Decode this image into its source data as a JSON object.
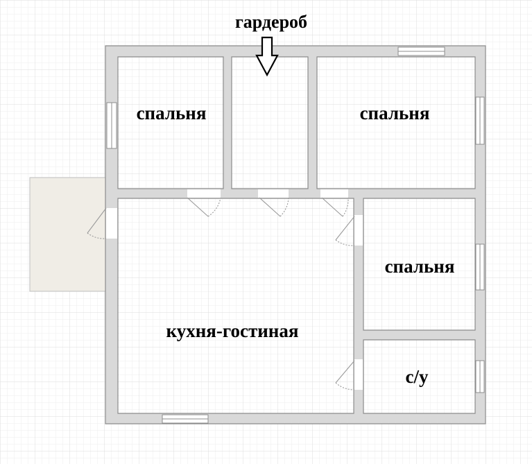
{
  "plan": {
    "wardrobe_label": "гардероб",
    "rooms": {
      "bedroom_top_left": "спальня",
      "bedroom_top_right": "спальня",
      "bedroom_right": "спальня",
      "kitchen_living": "кухня-гостиная",
      "bathroom": "с/у"
    }
  },
  "colors": {
    "wall": "#d9d9d9",
    "wall_stroke": "#8c8c8c",
    "grid_minor": "#eeeeee",
    "grid_major": "#dcdcdc",
    "terrace": "#f0ede6",
    "door_line": "#9a9a9a"
  }
}
